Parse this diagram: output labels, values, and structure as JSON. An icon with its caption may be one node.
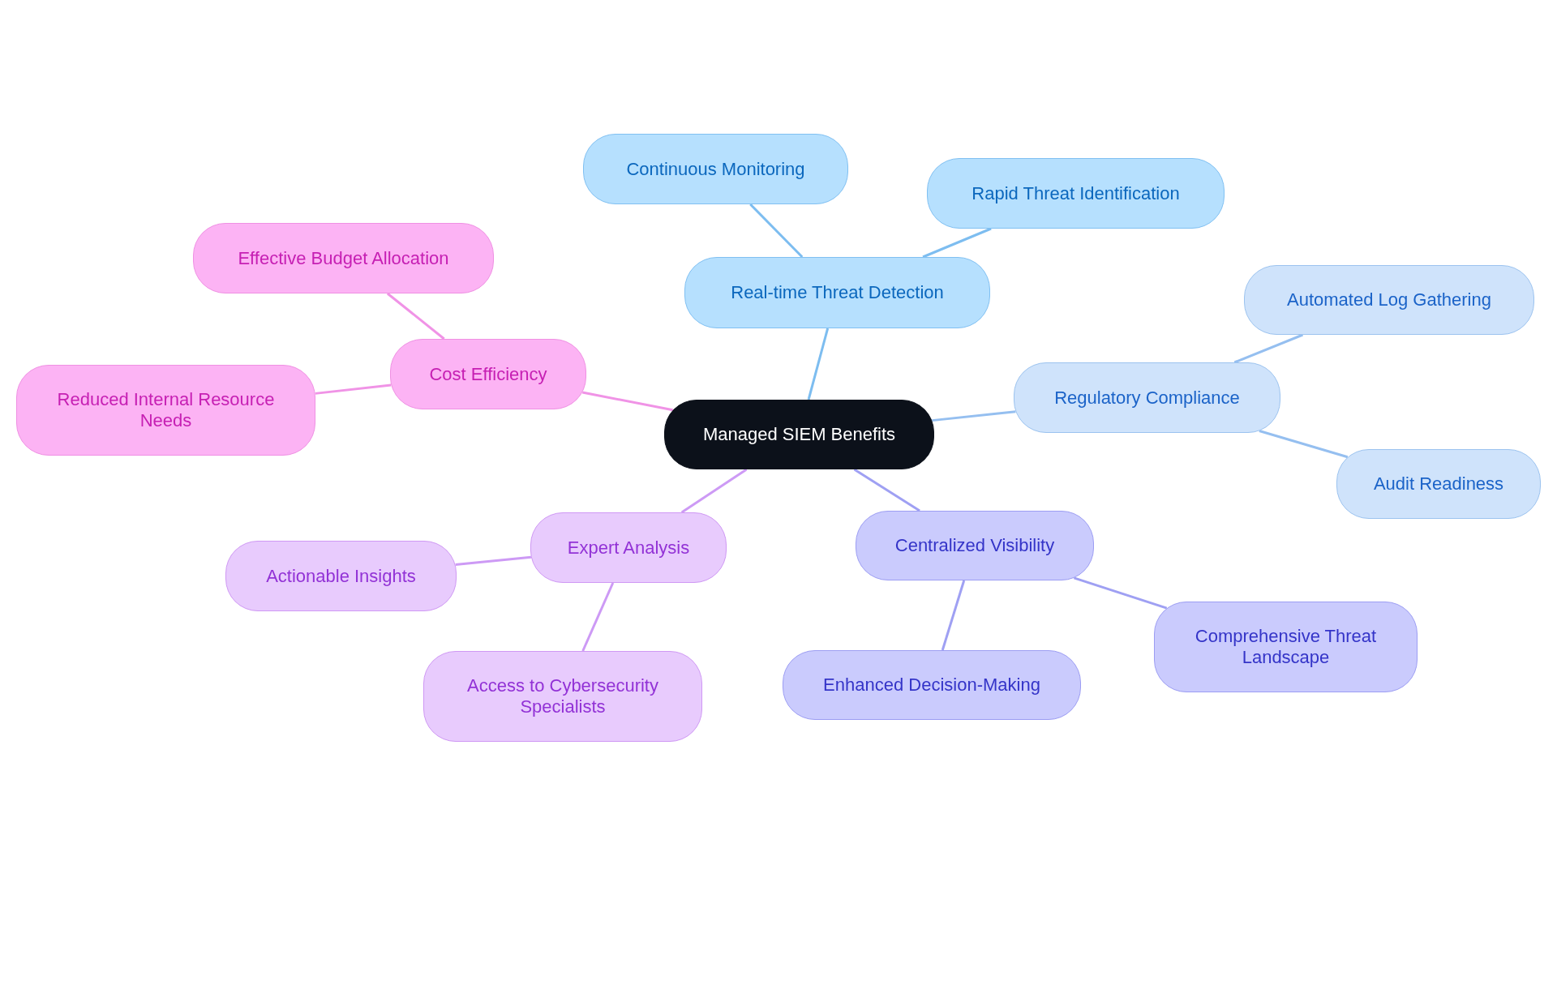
{
  "diagram": {
    "nodes": [
      {
        "text": [
          "Managed SIEM Benefits"
        ]
      },
      {
        "text": [
          "Real-time Threat Detection"
        ]
      },
      {
        "text": [
          "Continuous Monitoring"
        ]
      },
      {
        "text": [
          "Rapid Threat Identification"
        ]
      },
      {
        "text": [
          "Regulatory Compliance"
        ]
      },
      {
        "text": [
          "Automated Log Gathering"
        ]
      },
      {
        "text": [
          "Audit Readiness"
        ]
      },
      {
        "text": [
          "Centralized Visibility"
        ]
      },
      {
        "text": [
          "Enhanced Decision-Making"
        ]
      },
      {
        "text": [
          "Comprehensive Threat Landscape"
        ]
      },
      {
        "text": [
          "Expert Analysis"
        ]
      },
      {
        "text": [
          "Actionable Insights"
        ]
      },
      {
        "text": [
          "Access to Cybersecurity Specialists"
        ]
      },
      {
        "text": [
          "Cost Efficiency"
        ]
      },
      {
        "text": [
          "Effective Budget Allocation"
        ]
      },
      {
        "text": [
          "Reduced Internal Resource Needs"
        ]
      }
    ],
    "edges": [
      {
        "from": 0,
        "to": 1,
        "arrow": "none",
        "color": "#7dbdf0"
      },
      {
        "from": 1,
        "to": 2,
        "arrow": "none",
        "color": "#7dbdf0"
      },
      {
        "from": 1,
        "to": 3,
        "arrow": "none",
        "color": "#7dbdf0"
      },
      {
        "from": 0,
        "to": 4,
        "arrow": "none",
        "color": "#95bff0"
      },
      {
        "from": 4,
        "to": 5,
        "arrow": "none",
        "color": "#95bff0"
      },
      {
        "from": 4,
        "to": 6,
        "arrow": "none",
        "color": "#95bff0"
      },
      {
        "from": 0,
        "to": 7,
        "arrow": "none",
        "color": "#9fa0f3"
      },
      {
        "from": 7,
        "to": 8,
        "arrow": "none",
        "color": "#9fa0f3"
      },
      {
        "from": 7,
        "to": 9,
        "arrow": "none",
        "color": "#9fa0f3"
      },
      {
        "from": 0,
        "to": 10,
        "arrow": "none",
        "color": "#cd9af5"
      },
      {
        "from": 10,
        "to": 11,
        "arrow": "none",
        "color": "#cd9af5"
      },
      {
        "from": 10,
        "to": 12,
        "arrow": "none",
        "color": "#cd9af5"
      },
      {
        "from": 0,
        "to": 13,
        "arrow": "none",
        "color": "#f093e6"
      },
      {
        "from": 13,
        "to": 14,
        "arrow": "none",
        "color": "#f093e6"
      },
      {
        "from": 13,
        "to": 15,
        "arrow": "none",
        "color": "#f093e6"
      }
    ]
  }
}
